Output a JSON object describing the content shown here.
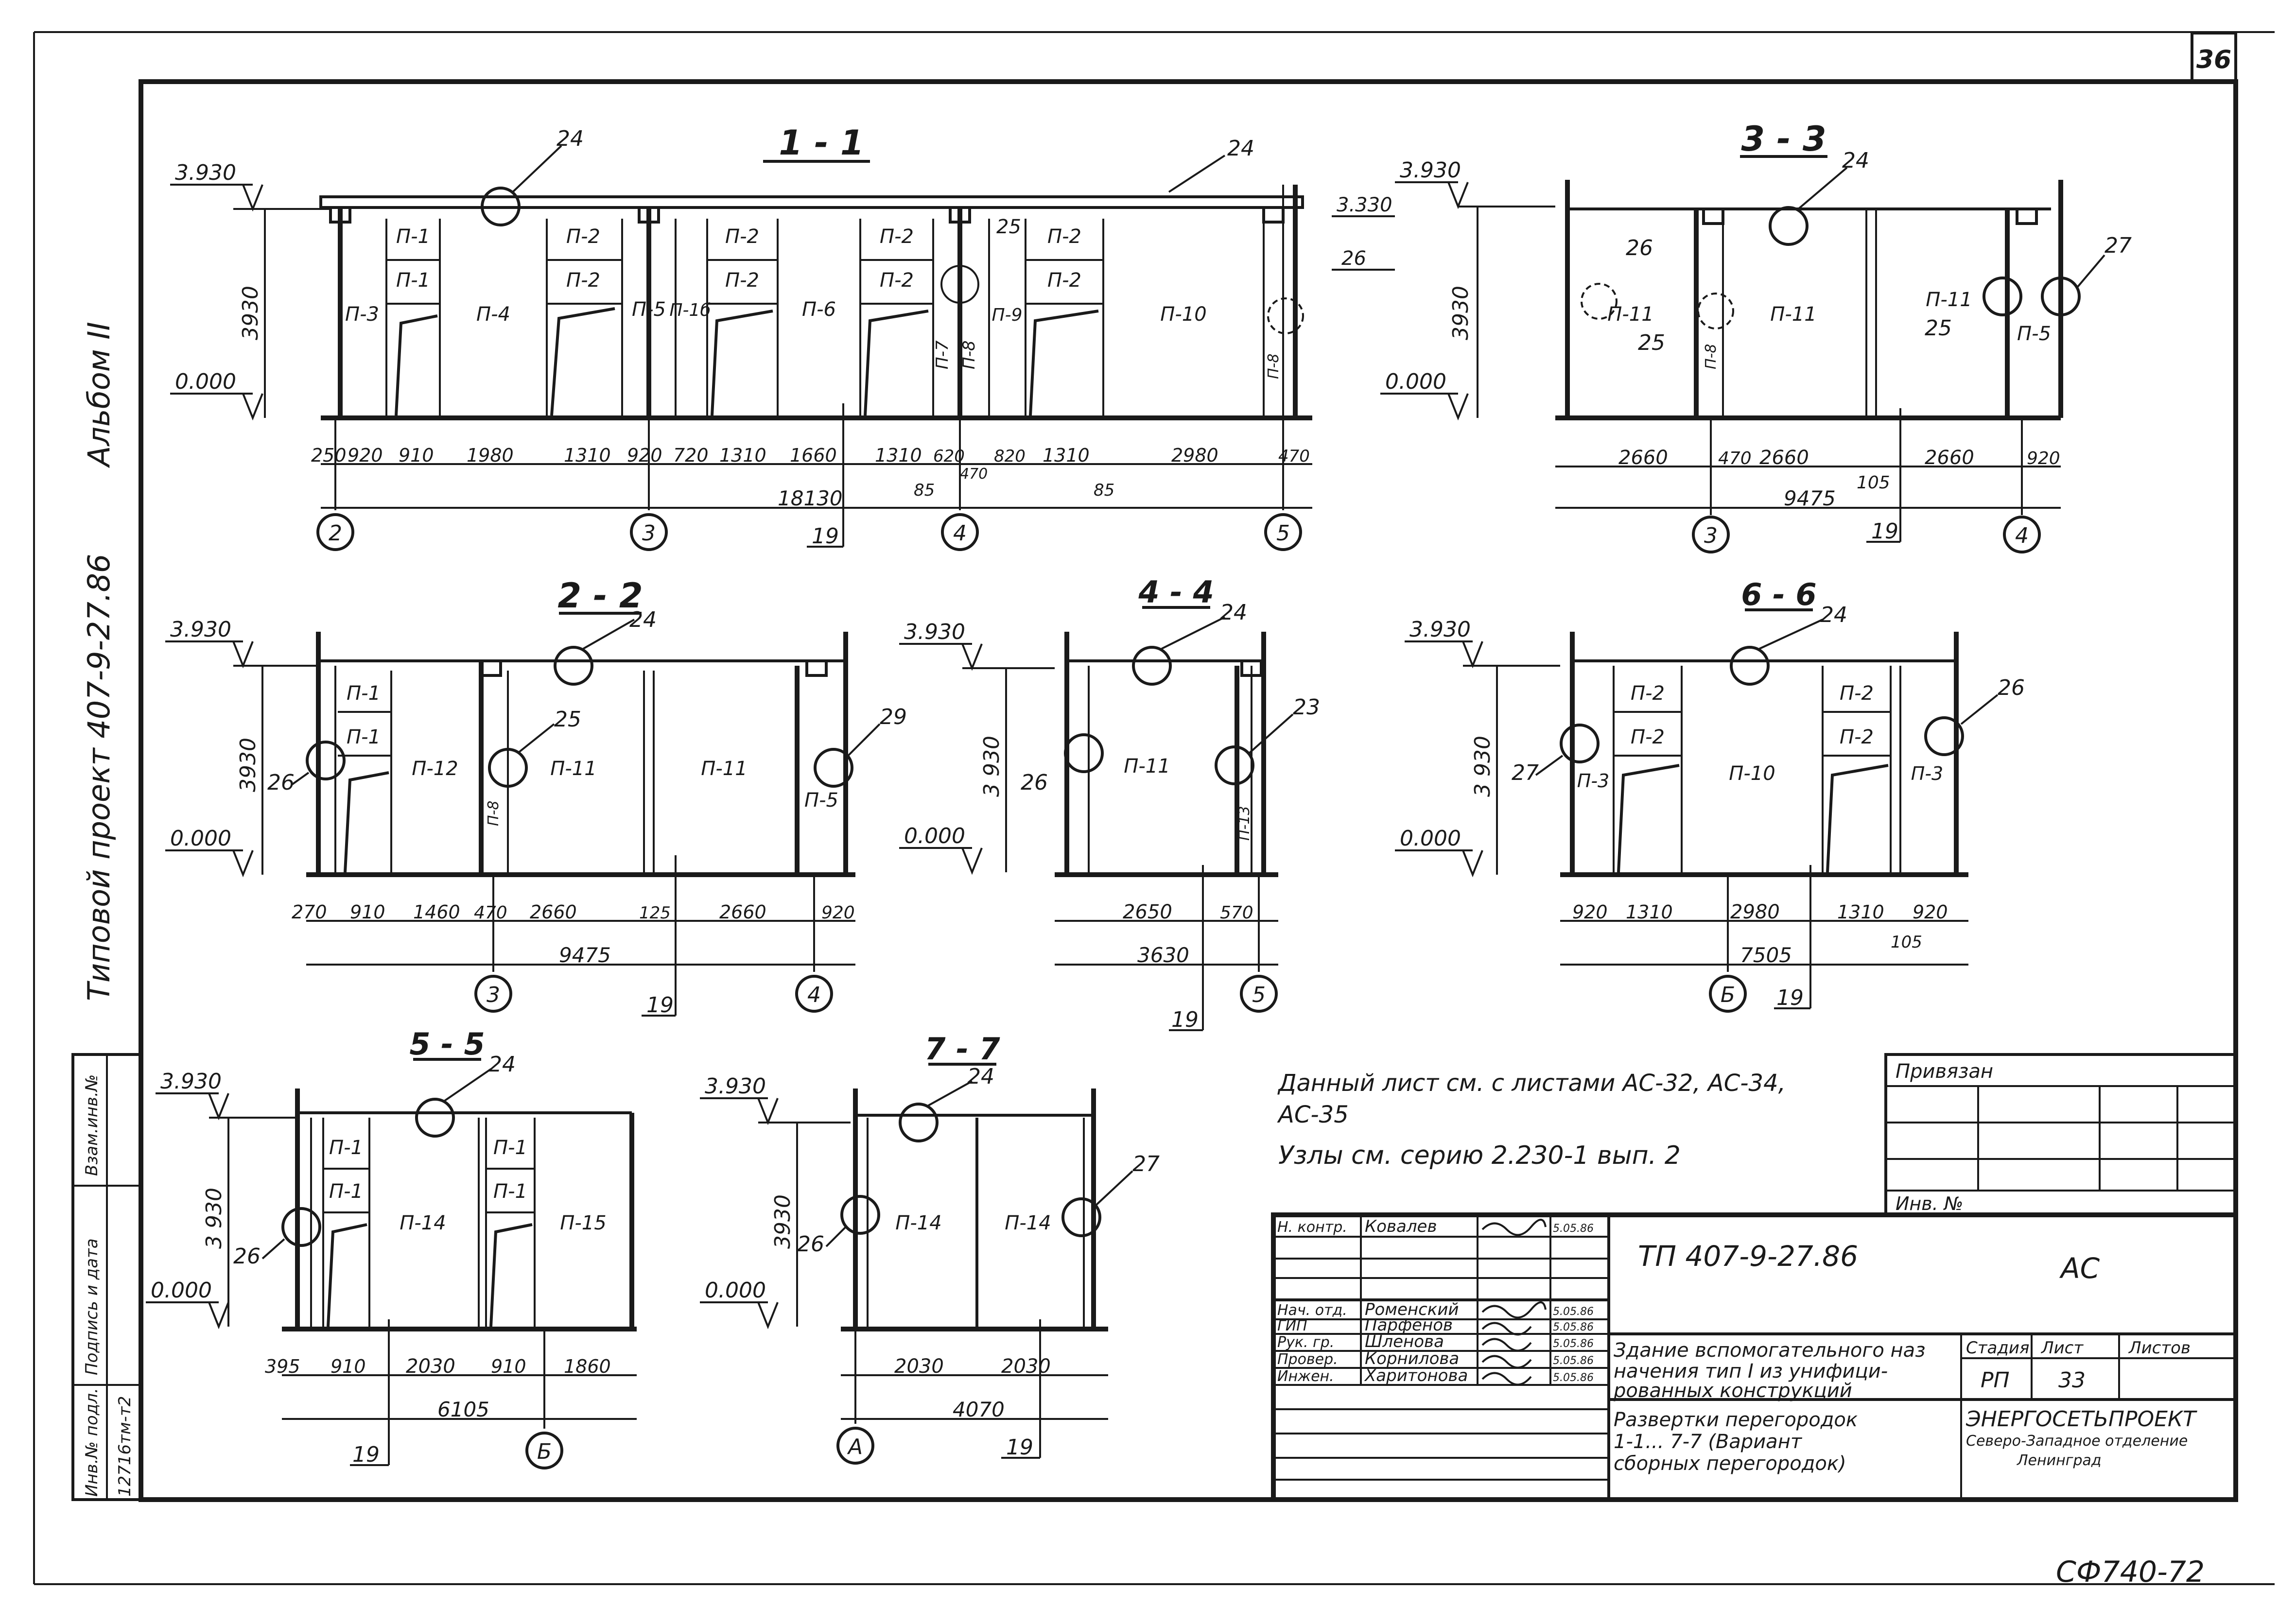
{
  "sheet_number": "36",
  "album_side": "Альбом II",
  "project_side": "Типовой проект 407-9-27.86",
  "side_stamp": {
    "labels": [
      "Инв.№ подл.",
      "Подпись и дата",
      "Взам.инв.№"
    ],
    "inv_number": "12716тм-т2"
  },
  "sections": {
    "s11": {
      "title": "1 - 1",
      "elev_top": "3.930",
      "elev_zero": "0.000",
      "height": "3930",
      "elev_mid": "3.330",
      "mid_ref": "26",
      "panels": [
        "П-1",
        "П-1",
        "П-3",
        "П-4",
        "П-2",
        "П-2",
        "П-5",
        "П-1б",
        "П-2",
        "П-2",
        "П-6",
        "П-2",
        "П-2",
        "П-7",
        "П-8",
        "П-9",
        "П-2",
        "П-2",
        "П-10",
        "П-8"
      ],
      "dims": [
        "250",
        "920",
        "910",
        "1980",
        "1310",
        "920",
        "720",
        "1310",
        "1660",
        "1310",
        "620",
        "470",
        "820",
        "1310",
        "2980",
        "470"
      ],
      "dims_small": [
        "85",
        "85"
      ],
      "total": "18130",
      "axes": [
        "2",
        "3",
        "4",
        "5"
      ],
      "refs": [
        "24",
        "24",
        "25",
        "19"
      ]
    },
    "s33": {
      "title": "3 - 3",
      "elev_top": "3.930",
      "elev_zero": "0.000",
      "height": "3930",
      "panels": [
        "П-11",
        "П-8",
        "П-11",
        "П-11",
        "П-5"
      ],
      "dims": [
        "2660",
        "470",
        "2660",
        "105",
        "2660",
        "920"
      ],
      "total": "9475",
      "axes": [
        "3",
        "4"
      ],
      "refs": [
        "24",
        "26",
        "25",
        "25",
        "27",
        "19"
      ]
    },
    "s22": {
      "title": "2 - 2",
      "elev_top": "3.930",
      "elev_zero": "0.000",
      "height": "3930",
      "panels": [
        "П-1",
        "П-1",
        "П-12",
        "П-8",
        "П-11",
        "П-11",
        "П-5"
      ],
      "dims": [
        "270",
        "910",
        "1460",
        "470",
        "2660",
        "125",
        "2660",
        "920"
      ],
      "total": "9475",
      "axes": [
        "3",
        "4"
      ],
      "refs": [
        "24",
        "26",
        "25",
        "29",
        "19"
      ]
    },
    "s44": {
      "title": "4 - 4",
      "elev_top": "3.930",
      "elev_zero": "0.000",
      "height": "3 930",
      "panels": [
        "П-11",
        "П-13"
      ],
      "dims": [
        "2650",
        "570"
      ],
      "total": "3630",
      "axes": [
        "5"
      ],
      "refs": [
        "24",
        "26",
        "23",
        "19"
      ]
    },
    "s66": {
      "title": "6 - 6",
      "elev_top": "3.930",
      "elev_zero": "0.000",
      "height": "3 930",
      "panels": [
        "П-2",
        "П-2",
        "П-3",
        "П-10",
        "П-2",
        "П-2",
        "П-3"
      ],
      "dims": [
        "920",
        "1310",
        "2980",
        "1310",
        "920"
      ],
      "dims_small": [
        "105"
      ],
      "total": "7505",
      "axes": [
        "Б"
      ],
      "refs": [
        "24",
        "27",
        "26",
        "19"
      ]
    },
    "s55": {
      "title": "5 - 5",
      "elev_top": "3.930",
      "elev_zero": "0.000",
      "height": "3 930",
      "panels": [
        "П-1",
        "П-1",
        "П-14",
        "П-1",
        "П-1",
        "П-15"
      ],
      "dims": [
        "395",
        "910",
        "2030",
        "910",
        "1860"
      ],
      "total": "6105",
      "axes": [
        "Б"
      ],
      "refs": [
        "24",
        "26",
        "19"
      ]
    },
    "s77": {
      "title": "7 - 7",
      "elev_top": "3.930",
      "elev_zero": "0.000",
      "height": "3930",
      "panels": [
        "П-14",
        "П-14"
      ],
      "dims": [
        "2030",
        "2030"
      ],
      "total": "4070",
      "axes": [
        "А"
      ],
      "refs": [
        "24",
        "26",
        "27",
        "19"
      ]
    }
  },
  "notes": {
    "line1": "Данный лист см. с листами АС-32, АС-34,",
    "line2": "АС-35",
    "line3": "Узлы см. серию 2.230-1 вып. 2"
  },
  "binding": {
    "title": "Привязан",
    "inv": "Инв. №"
  },
  "title_block": {
    "code": "ТП  407-9-27.86",
    "mark": "АС",
    "people": [
      {
        "role": "Н. контр.",
        "name": "Ковалев",
        "date": "5.05.86"
      },
      {
        "role": "",
        "name": "",
        "date": ""
      },
      {
        "role": "Нач. отд.",
        "name": "Роменский",
        "date": "5.05.86"
      },
      {
        "role": "ГИП",
        "name": "Парфенов",
        "date": "5.05.86"
      },
      {
        "role": "Рук. гр.",
        "name": "Шленова",
        "date": "5.05.86"
      },
      {
        "role": "Провер.",
        "name": "Корнилова",
        "date": "5.05.86"
      },
      {
        "role": "Инжен.",
        "name": "Харитонова",
        "date": "5.05.86"
      }
    ],
    "building_line1": "Здание вспомогательного наз",
    "building_line2": "начения тип I из унифици-",
    "building_line3": "рованных конструкций",
    "stage_header": "Стадия",
    "sheet_header": "Лист",
    "sheets_header": "Листов",
    "stage": "РП",
    "sheet": "33",
    "drawing_line1": "Развертки перегородок",
    "drawing_line2": "1-1... 7-7 (Вариант",
    "drawing_line3": "сборных перегородок)",
    "org_line1": "ЭНЕРГОСЕТЬПРОЕКТ",
    "org_line2": "Северо-Западное отделение",
    "org_line3": "Ленинград"
  },
  "footer_code": "СФ740-72"
}
